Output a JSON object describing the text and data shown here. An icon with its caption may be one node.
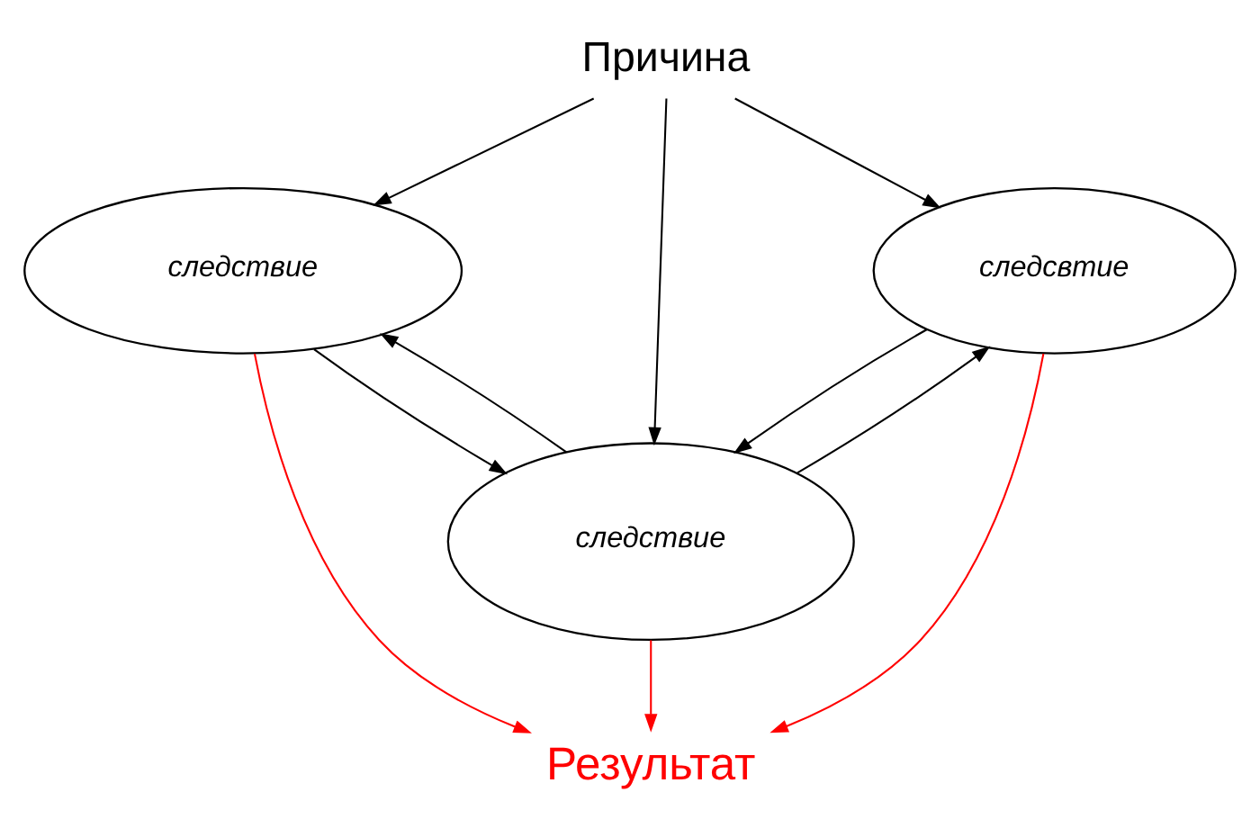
{
  "diagram": {
    "nodes": [
      {
        "text": [
          "Причина"
        ]
      },
      {
        "text": [
          "следствие"
        ]
      },
      {
        "text": [
          "следсвтие"
        ]
      },
      {
        "text": [
          "следствие"
        ]
      },
      {
        "text": [
          "Результат"
        ]
      }
    ],
    "edges": [
      {
        "from": 0,
        "to": 1,
        "arrow": "to"
      },
      {
        "from": 0,
        "to": 3,
        "arrow": "to"
      },
      {
        "from": 0,
        "to": 2,
        "arrow": "to"
      },
      {
        "from": 1,
        "to": 3,
        "arrow": "to"
      },
      {
        "from": 3,
        "to": 1,
        "arrow": "to"
      },
      {
        "from": 3,
        "to": 2,
        "arrow": "to"
      },
      {
        "from": 2,
        "to": 3,
        "arrow": "to"
      },
      {
        "from": 1,
        "to": 4,
        "arrow": "to",
        "color": "#ff0000"
      },
      {
        "from": 3,
        "to": 4,
        "arrow": "to",
        "color": "#ff0000"
      },
      {
        "from": 2,
        "to": 4,
        "arrow": "to",
        "color": "#ff0000"
      }
    ]
  }
}
